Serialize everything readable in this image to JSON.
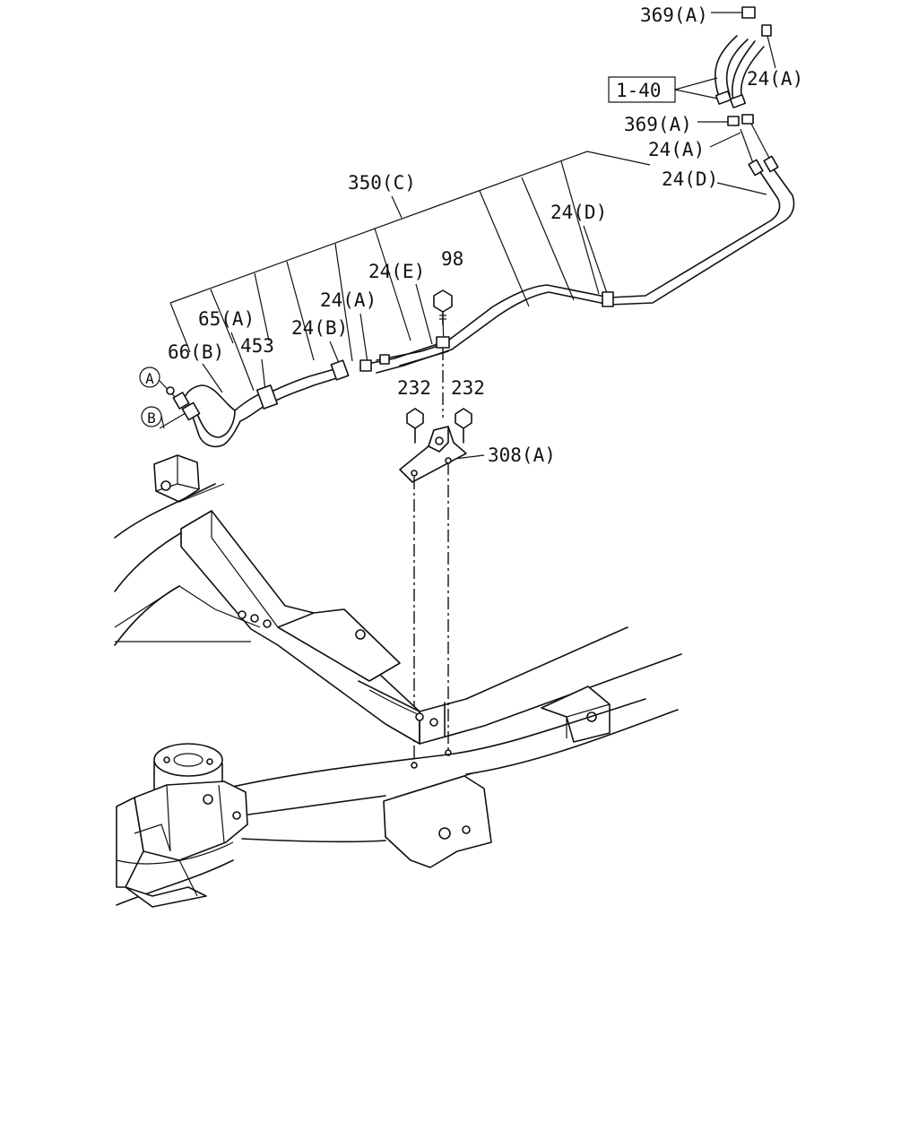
{
  "labels": {
    "l369a_top": "369(A)",
    "l24a_top": "24(A)",
    "l1_40": "1-40",
    "l369a_mid": "369(A)",
    "l24a_mid": "24(A)",
    "l24d_right": "24(D)",
    "l350c": "350(C)",
    "l24d_mid": "24(D)",
    "l98": "98",
    "l24e": "24(E)",
    "l24a_left": "24(A)",
    "l65a": "65(A)",
    "l24b": "24(B)",
    "l453": "453",
    "l66b": "66(B)",
    "l232_left": "232",
    "l232_right": "232",
    "l308a": "308(A)"
  },
  "markers": {
    "a": "A",
    "b": "B"
  }
}
